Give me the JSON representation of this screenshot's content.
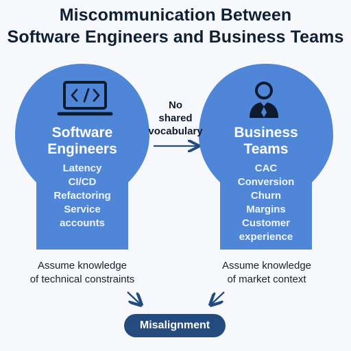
{
  "title": {
    "line1": "Miscommunication Between",
    "line2": "Software Engineers and Business Teams"
  },
  "colors": {
    "bubble_fill": "#4f86d8",
    "pill_fill": "#244b7e",
    "dark_text": "#0f2033"
  },
  "left_bubble": {
    "icon": "laptop-code-icon",
    "title_line1": "Software",
    "title_line2": "Engineers",
    "items": [
      "Latency",
      "CI/CD",
      "Refactoring",
      "Service",
      "accounts"
    ]
  },
  "right_bubble": {
    "icon": "business-person-icon",
    "title_line1": "Business",
    "title_line2": "Teams",
    "items": [
      "CAC",
      "Conversion",
      "Churn",
      "Margins",
      "Customer",
      "experience"
    ]
  },
  "middle": {
    "line1": "No",
    "line2": "shared",
    "line3": "vocabulary",
    "arrow_icon": "right-arrow-icon"
  },
  "left_note": {
    "line1": "Assume knowledge",
    "line2": "of technical constraints"
  },
  "right_note": {
    "line1": "Assume knowledge",
    "line2": "of market context"
  },
  "outcome": {
    "label": "Misalignment"
  }
}
